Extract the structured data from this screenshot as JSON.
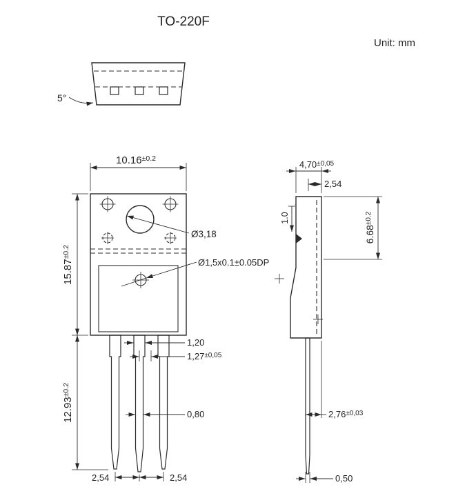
{
  "title": "TO-220F",
  "unit_label": "Unit: mm",
  "colors": {
    "ink": "#2a2a2a",
    "background": "#ffffff"
  },
  "top_view": {
    "draft_angle": "5°"
  },
  "front_view": {
    "body_width": {
      "value": "10.16",
      "tol": "±0.2"
    },
    "body_height": {
      "value": "15.87",
      "tol": "±0.2"
    },
    "lead_length": {
      "value": "12.93",
      "tol": "±0.2"
    },
    "mount_hole_diameter": "Ø3,18",
    "dimple_spec": "Ø1,5x0.1±0.05DP",
    "lead_base_width": "1,20",
    "lead_shoulder_width": {
      "value": "1,27",
      "tol": "±0,05"
    },
    "lead_width": "0,80",
    "lead_pitch_left": "2,54",
    "lead_pitch_right": "2,54"
  },
  "side_view": {
    "body_thickness": {
      "value": "4,70",
      "tol": "±0,05"
    },
    "hole_center_offset": "2,54",
    "tab_height": {
      "value": "6.68",
      "tol": "±0.2"
    },
    "dimple_offset": "1.0",
    "lead_offset": {
      "value": "2,76",
      "tol": "±0,03"
    },
    "lead_thickness": "0,50"
  }
}
